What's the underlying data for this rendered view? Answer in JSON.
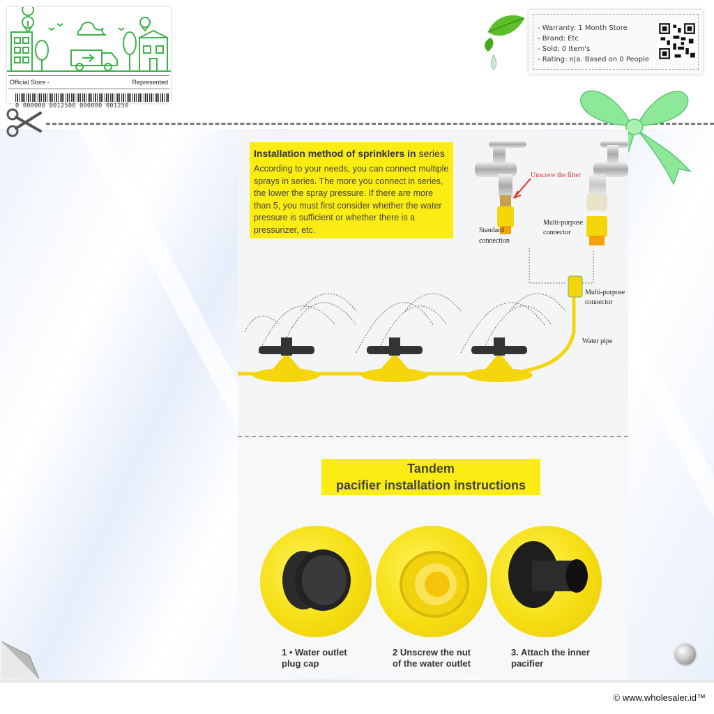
{
  "store_card": {
    "left_label": "Official Store -",
    "right_label": "Represented",
    "barcode_digits": "0 000000 0012500 000000 001250"
  },
  "info_box": {
    "warranty": "- Warranty: 1 Month Store",
    "brand": "- Brand: Etc",
    "sold": "- Sold: 0 Item's",
    "rating": "- Rating: n|a. Based on 0 People"
  },
  "product": {
    "callout_title_bold": "Installation method of sprinklers in",
    "callout_title_end": " series",
    "callout_text": "According to your needs, you can connect multiple sprays in series. The more you connect in series, the lower the spray pressure. If there are more than 5, you must first consider whether the water pressure is sufficient or whether there is a pressurizer, etc.",
    "label_unscrew_filter": "Unscrew the filter",
    "label_standard_line1": "Standard",
    "label_standard_line2": "connection",
    "label_multi1_line1": "Multi-purpose",
    "label_multi1_line2": "connector",
    "label_multi2_line1": "Multi-purpose",
    "label_multi2_line2": "connector",
    "label_water_pipe": "Water pipe",
    "tandem_line1": "Tandem",
    "tandem_line2": "pacifier installation instructions",
    "step1_line1": "1 • Water outlet",
    "step1_line2": "plug cap",
    "step2_line1": "2 Unscrew the nut",
    "step2_line2": "of the water outlet",
    "step3_line1": "3. Attach the inner",
    "step3_line2": "pacifier"
  },
  "footer": {
    "copyright": "© www.wholesaler.id™"
  }
}
